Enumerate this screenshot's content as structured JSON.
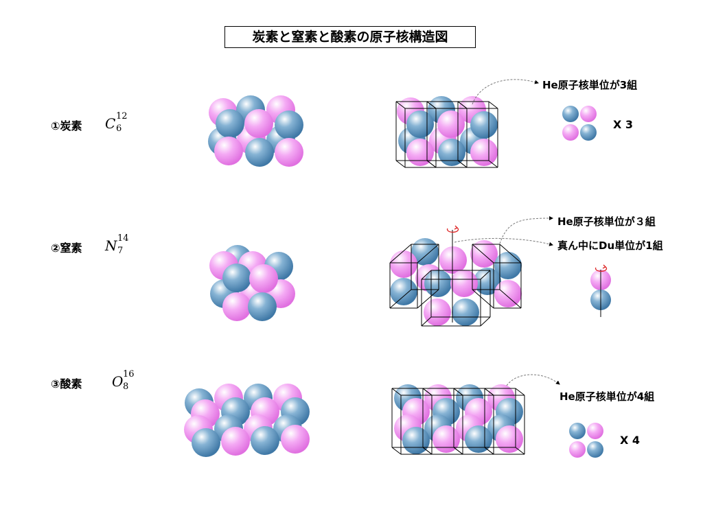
{
  "title": "炭素と窒素と酸素の原子核構造図",
  "colors": {
    "proton": "#ee88ee",
    "neutron": "#4f88b4",
    "frame": "#000000",
    "spin": "#dd2222",
    "dashed": "#777777"
  },
  "rows": [
    {
      "label": "①炭素",
      "symbol": "C",
      "mass": "12",
      "atomic": "6",
      "notes": [
        "He原子核単位が3組"
      ],
      "multiplier": "X 3"
    },
    {
      "label": "②窒素",
      "symbol": "N",
      "mass": "14",
      "atomic": "7",
      "notes": [
        "He原子核単位が３組",
        "真ん中にDu単位が1組"
      ]
    },
    {
      "label": "③酸素",
      "symbol": "O",
      "mass": "16",
      "atomic": "8",
      "notes": [
        "He原子核単位が4組"
      ],
      "multiplier": "X 4"
    }
  ]
}
